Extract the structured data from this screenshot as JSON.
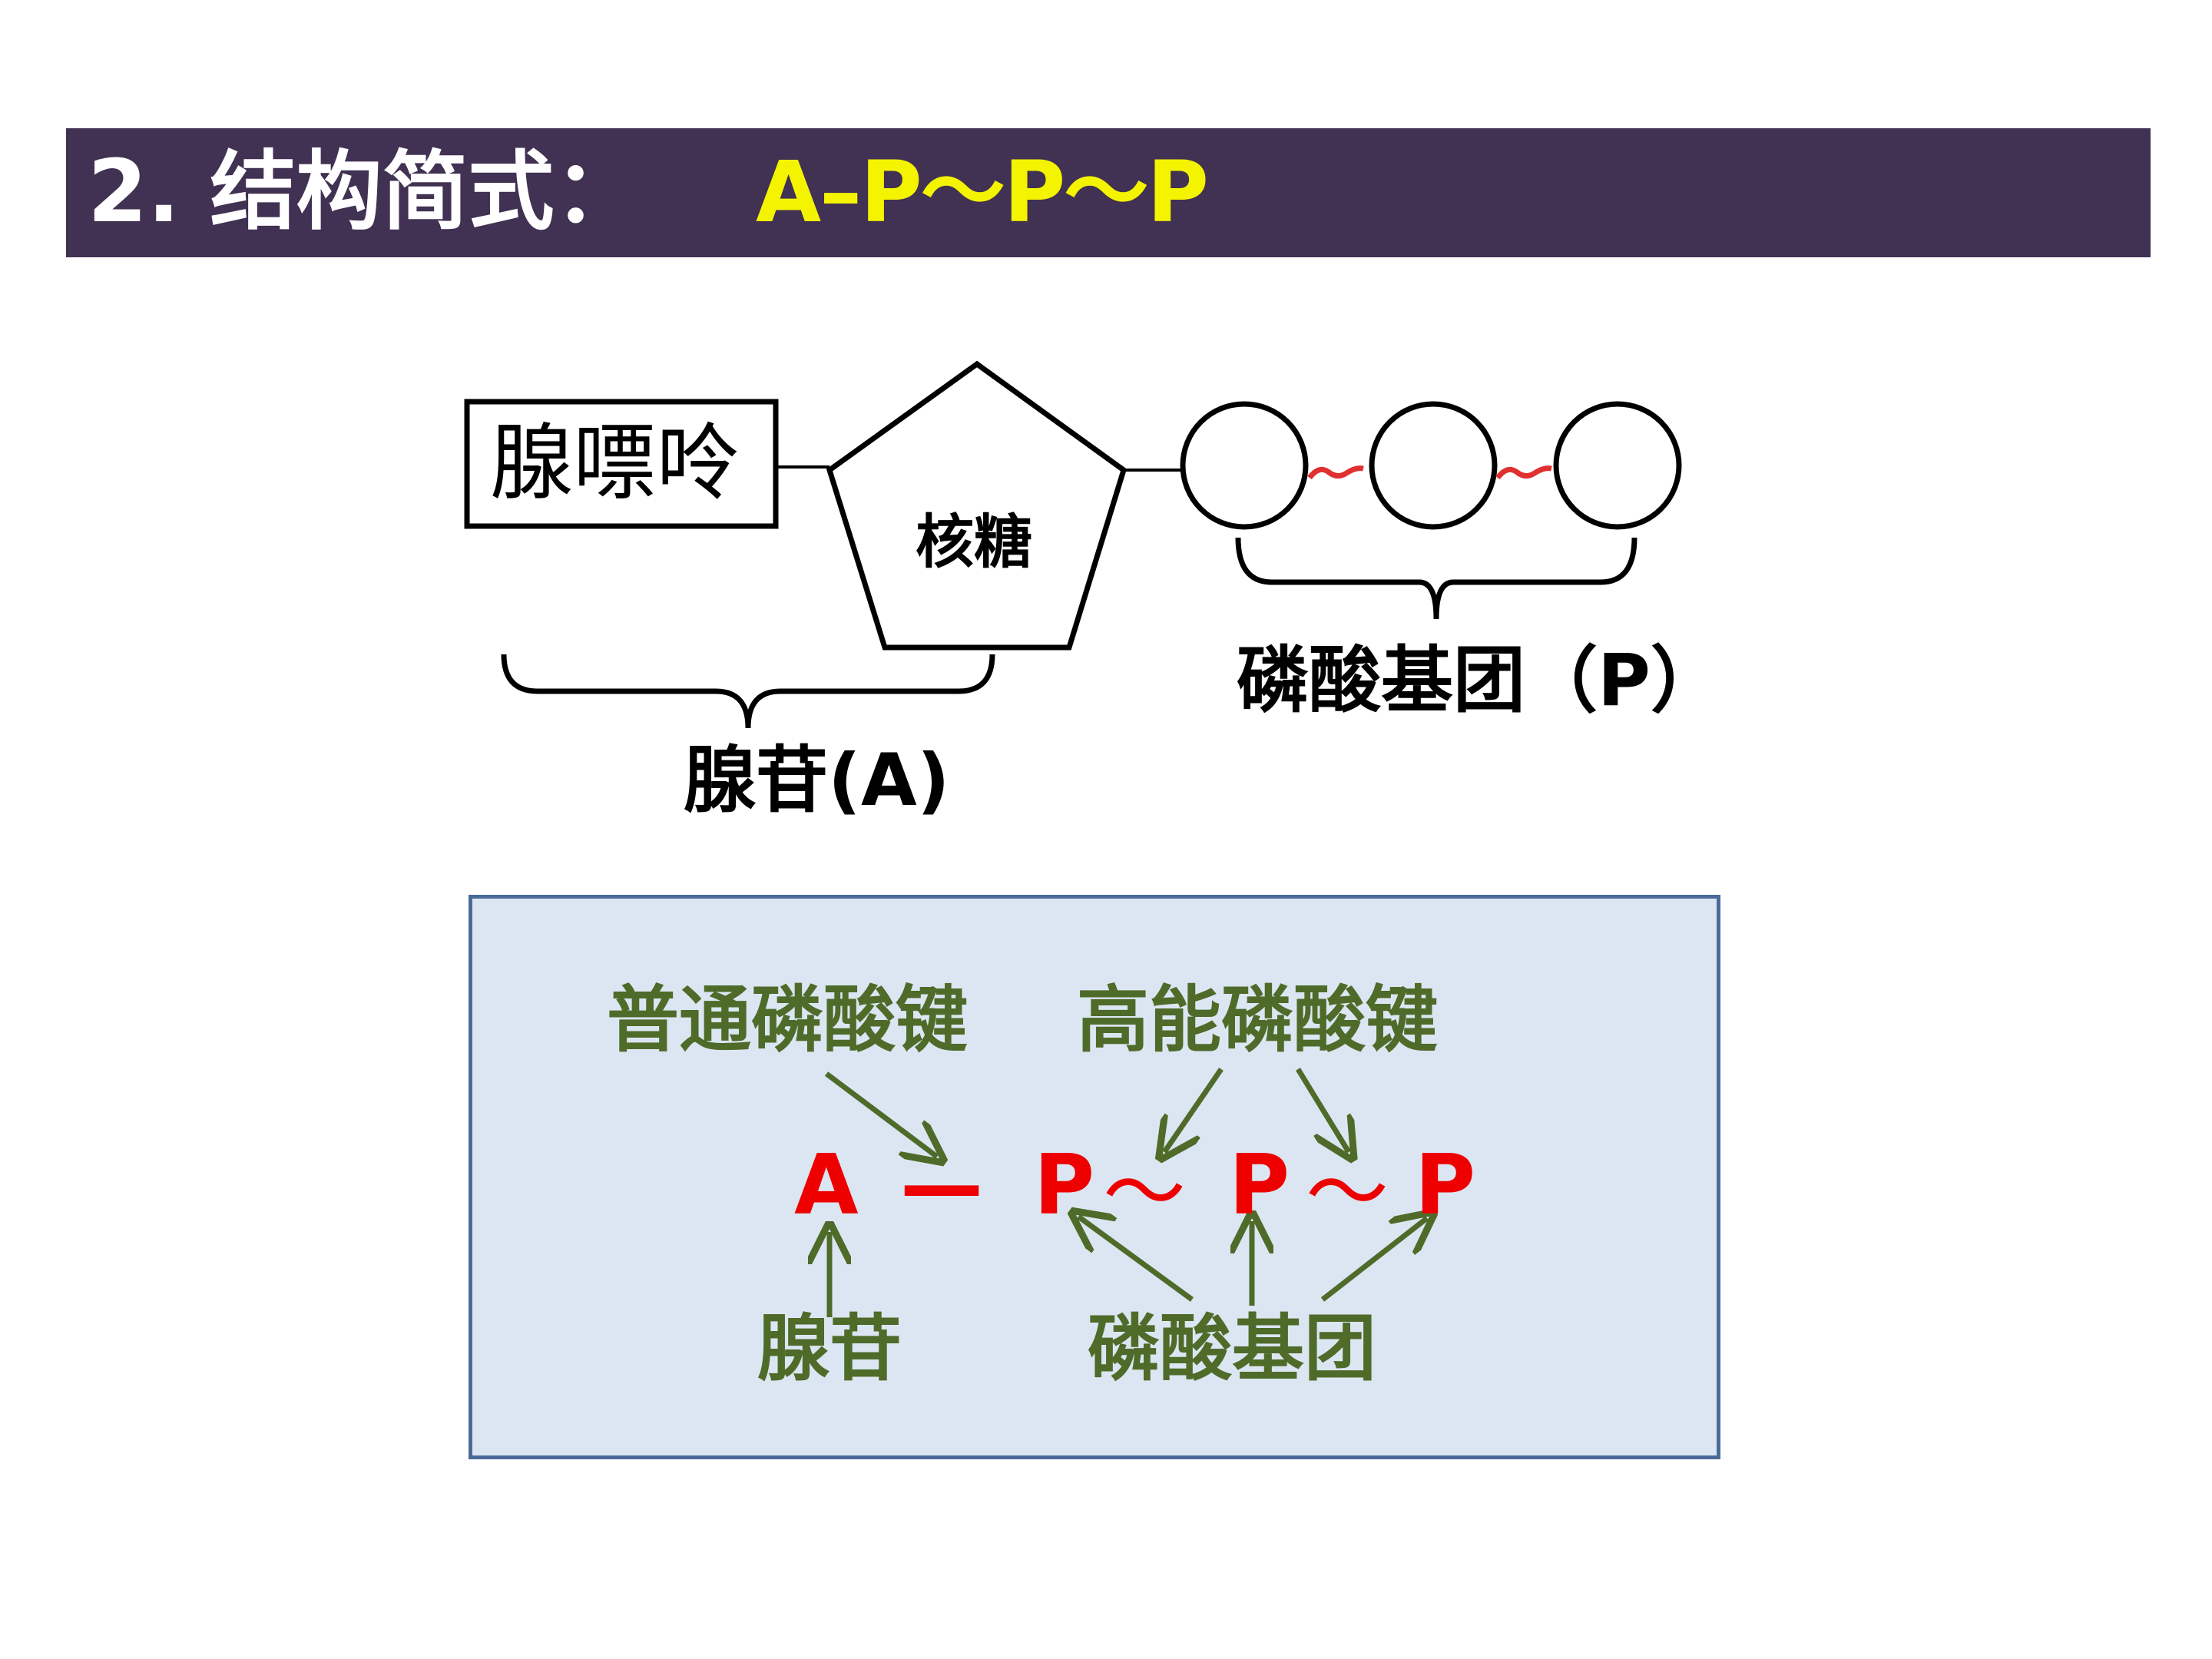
{
  "title": {
    "label": "2. 结构简式：",
    "formula": "A–P～P～P"
  },
  "diagram": {
    "adenine_label": "腺嘌呤",
    "ribose_label": "核糖",
    "phosphate_group_label": "磷酸基团（P）",
    "adenosine_label": "腺苷(A)"
  },
  "panel": {
    "ordinary_bond_label": "普通磷酸键",
    "high_energy_bond_label": "高能磷酸键",
    "formula": {
      "a": "A",
      "dash": "—",
      "p1": "P",
      "tilde1": "～",
      "p2": "P",
      "tilde2": "～",
      "p3": "P"
    },
    "adenosine_label": "腺苷",
    "phosphate_label": "磷酸基团"
  },
  "colors": {
    "title_bar": "#413152",
    "title_formula": "#f4f400",
    "panel_bg": "#dce6f2",
    "panel_border": "#4a6a99",
    "label_green": "#4f6b29",
    "formula_red": "#ee0000",
    "tilde_link_red": "#e03030"
  }
}
